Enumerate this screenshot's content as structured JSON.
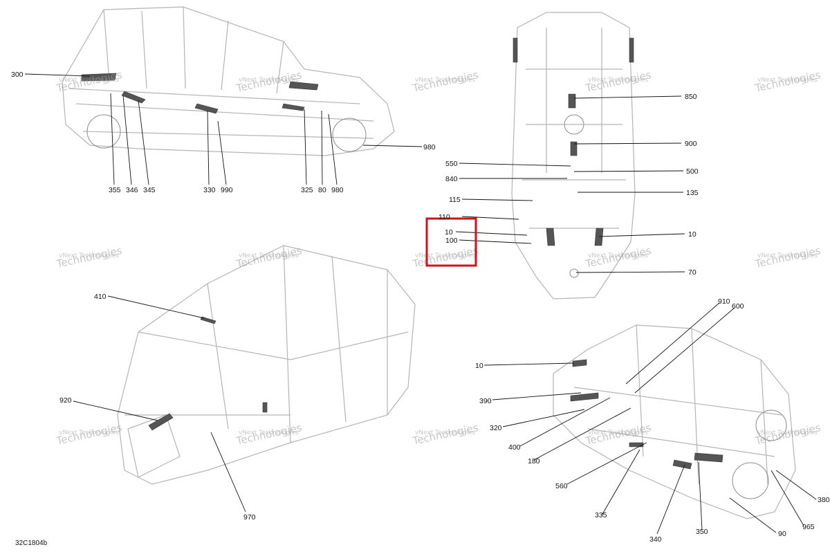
{
  "diagram_code": "32C1804b",
  "watermark": {
    "line1": "vNext Technologies",
    "line2": "Technologies"
  },
  "highlight_color": "#d0101a",
  "views": {
    "side": {
      "callouts": [
        {
          "id": "c300",
          "label": "300"
        },
        {
          "id": "c355",
          "label": "355"
        },
        {
          "id": "c346",
          "label": "346"
        },
        {
          "id": "c345",
          "label": "345"
        },
        {
          "id": "c330",
          "label": "330"
        },
        {
          "id": "c990",
          "label": "990"
        },
        {
          "id": "c325",
          "label": "325"
        },
        {
          "id": "c80",
          "label": "80"
        },
        {
          "id": "c980b",
          "label": "980"
        },
        {
          "id": "c980a",
          "label": "980"
        }
      ]
    },
    "top": {
      "callouts": [
        {
          "id": "c850",
          "label": "850"
        },
        {
          "id": "c900",
          "label": "900"
        },
        {
          "id": "c550",
          "label": "550"
        },
        {
          "id": "c500",
          "label": "500"
        },
        {
          "id": "c840",
          "label": "840"
        },
        {
          "id": "c135",
          "label": "135"
        },
        {
          "id": "c115",
          "label": "115"
        },
        {
          "id": "c110",
          "label": "110"
        },
        {
          "id": "c10a",
          "label": "10"
        },
        {
          "id": "c100",
          "label": "100"
        },
        {
          "id": "c10b",
          "label": "10"
        },
        {
          "id": "c70",
          "label": "70"
        }
      ]
    },
    "front": {
      "callouts": [
        {
          "id": "c410",
          "label": "410"
        },
        {
          "id": "c920",
          "label": "920"
        },
        {
          "id": "c970",
          "label": "970"
        }
      ]
    },
    "rear": {
      "callouts": [
        {
          "id": "c910",
          "label": "910"
        },
        {
          "id": "c600",
          "label": "600"
        },
        {
          "id": "c10c",
          "label": "10"
        },
        {
          "id": "c390",
          "label": "390"
        },
        {
          "id": "c320",
          "label": "320"
        },
        {
          "id": "c400",
          "label": "400"
        },
        {
          "id": "c180",
          "label": "180"
        },
        {
          "id": "c560",
          "label": "560"
        },
        {
          "id": "c335",
          "label": "335"
        },
        {
          "id": "c340",
          "label": "340"
        },
        {
          "id": "c350",
          "label": "350"
        },
        {
          "id": "c965",
          "label": "965"
        },
        {
          "id": "c90",
          "label": "90"
        },
        {
          "id": "c380",
          "label": "380"
        }
      ]
    }
  }
}
